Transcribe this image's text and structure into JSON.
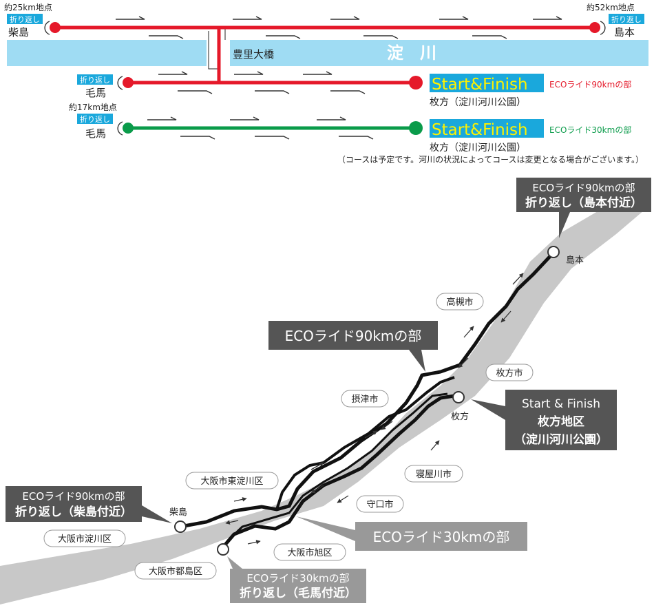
{
  "schematic": {
    "km25": "約25km地点",
    "km52": "約52km地点",
    "km17": "約17km地点",
    "turn_badge": "折り返し",
    "shibajima": "柴島",
    "shimamoto": "島本",
    "kema": "毛馬",
    "bridge": "豊里大橋",
    "river": "淀　川",
    "start_finish": "Start&Finish",
    "hirakata_park": "枚方（淀川河川公園）",
    "course90": "ECOライド90kmの部",
    "course30": "ECOライド30kmの部",
    "note": "（コースは予定です。河川の状況によってコースは変更となる場合がございます。）",
    "color_90": "#e5192a",
    "color_30": "#0a9b4a",
    "river_color": "#9fdcf3",
    "start_bg": "#1aa8dc",
    "start_text_color": "#fff200"
  },
  "map": {
    "callout_shimamoto": [
      "ECOライド90kmの部",
      "折り返し（島本付近）"
    ],
    "label_shimamoto": "島本",
    "city_takatsuki": "高槻市",
    "callout_90": "ECOライド90kmの部",
    "city_hirakata": "枚方市",
    "city_settsu": "摂津市",
    "callout_start": [
      "Start & Finish",
      "枚方地区",
      "（淀川河川公園）"
    ],
    "label_hirakata": "枚方",
    "city_neyagawa": "寝屋川市",
    "city_higashiyodogawa": "大阪市東淀川区",
    "callout_shibajima": [
      "ECOライド90kmの部",
      "折り返し（柴島付近）"
    ],
    "label_shibajima": "柴島",
    "city_moriguchi": "守口市",
    "callout_30": "ECOライド30kmの部",
    "city_yodogawa": "大阪市淀川区",
    "city_asahi": "大阪市旭区",
    "city_miyakojima": "大阪市都島区",
    "callout_kema": [
      "ECOライド30kmの部",
      "折り返し（毛馬付近）"
    ]
  }
}
